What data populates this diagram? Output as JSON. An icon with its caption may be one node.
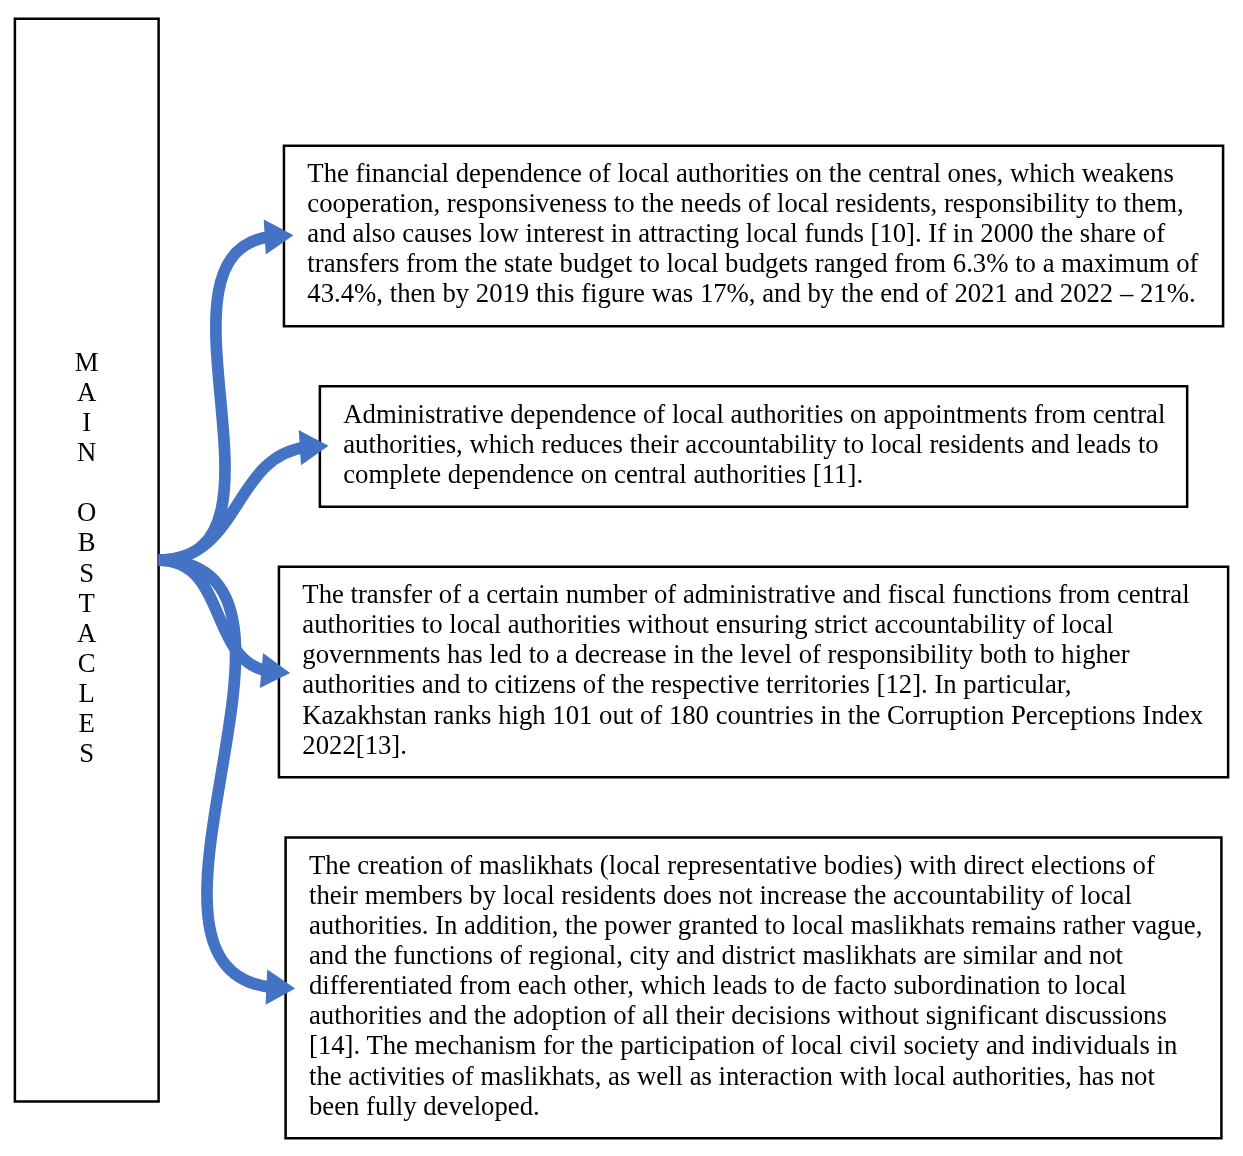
{
  "diagram": {
    "nodes": [
      {
        "text": [
          "MAIN OBSTACLES"
        ]
      },
      {
        "text": [
          "The financial dependence of local authorities on the central ones, which weakens cooperation, responsiveness to the needs of local residents, responsibility to them, and also causes low interest in attracting local funds [10]. If in 2000 the share of transfers from the state budget to local budgets ranged from 6.3% to a maximum of 43.4%, then by 2019 this figure was 17%, and by the end of 2021 and 2022 – 21%."
        ]
      },
      {
        "text": [
          "Administrative dependence of local authorities on appointments from central authorities, which reduces their accountability to local residents and leads to complete dependence on central authorities [11]."
        ]
      },
      {
        "text": [
          "The transfer of a certain number of administrative and fiscal functions from central authorities to local authorities without ensuring strict accountability of local governments has led to a decrease in the level of responsibility both to higher authorities and to citizens of the respective territories [12]. In particular, Kazakhstan ranks high 101 out of 180 countries in the Corruption Perceptions Index 2022[13]."
        ]
      },
      {
        "text": [
          "The creation of maslikhats (local representative bodies) with direct elections of their members by local residents does not increase the accountability of local authorities. In addition, the power granted to local maslikhats remains rather vague, and the functions of regional, city and district maslikhats are similar and not differentiated from each other, which leads to de facto subordination to local authorities and the adoption of all their decisions without significant discussions [14]. The mechanism for the participation of local civil society and individuals in the activities of maslikhats, as well as interaction with local authorities, has not been fully developed."
        ]
      }
    ],
    "edges": [
      {
        "from": 0,
        "to": 1,
        "arrow": "to",
        "color": "#4472c4"
      },
      {
        "from": 0,
        "to": 2,
        "arrow": "to",
        "color": "#4472c4"
      },
      {
        "from": 0,
        "to": 3,
        "arrow": "to",
        "color": "#4472c4"
      },
      {
        "from": 0,
        "to": 4,
        "arrow": "to",
        "color": "#4472c4"
      }
    ]
  }
}
